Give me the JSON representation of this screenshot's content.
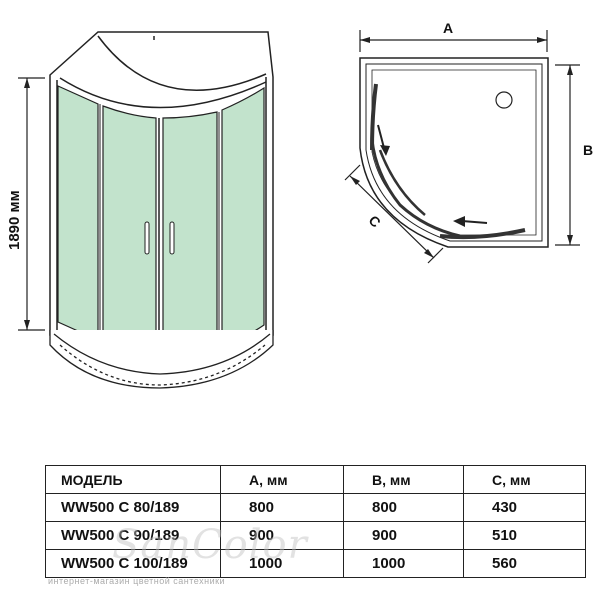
{
  "front_view": {
    "height_label": "1890 мм"
  },
  "plan_view": {
    "label_a": "A",
    "label_b": "B",
    "label_c": "C"
  },
  "table": {
    "headers": [
      "МОДЕЛЬ",
      "A, мм",
      "B, мм",
      "C, мм"
    ],
    "rows": [
      [
        "WW500 C 80/189",
        "800",
        "800",
        "430"
      ],
      [
        "WW500 C 90/189",
        "900",
        "900",
        "510"
      ],
      [
        "WW500 C 100/189",
        "1000",
        "1000",
        "560"
      ]
    ]
  },
  "watermark": {
    "brand": "SanColor",
    "tagline": "интернет-магазин цветной сантехники"
  },
  "colors": {
    "glass": "#c2e3cc",
    "line": "#222222"
  }
}
